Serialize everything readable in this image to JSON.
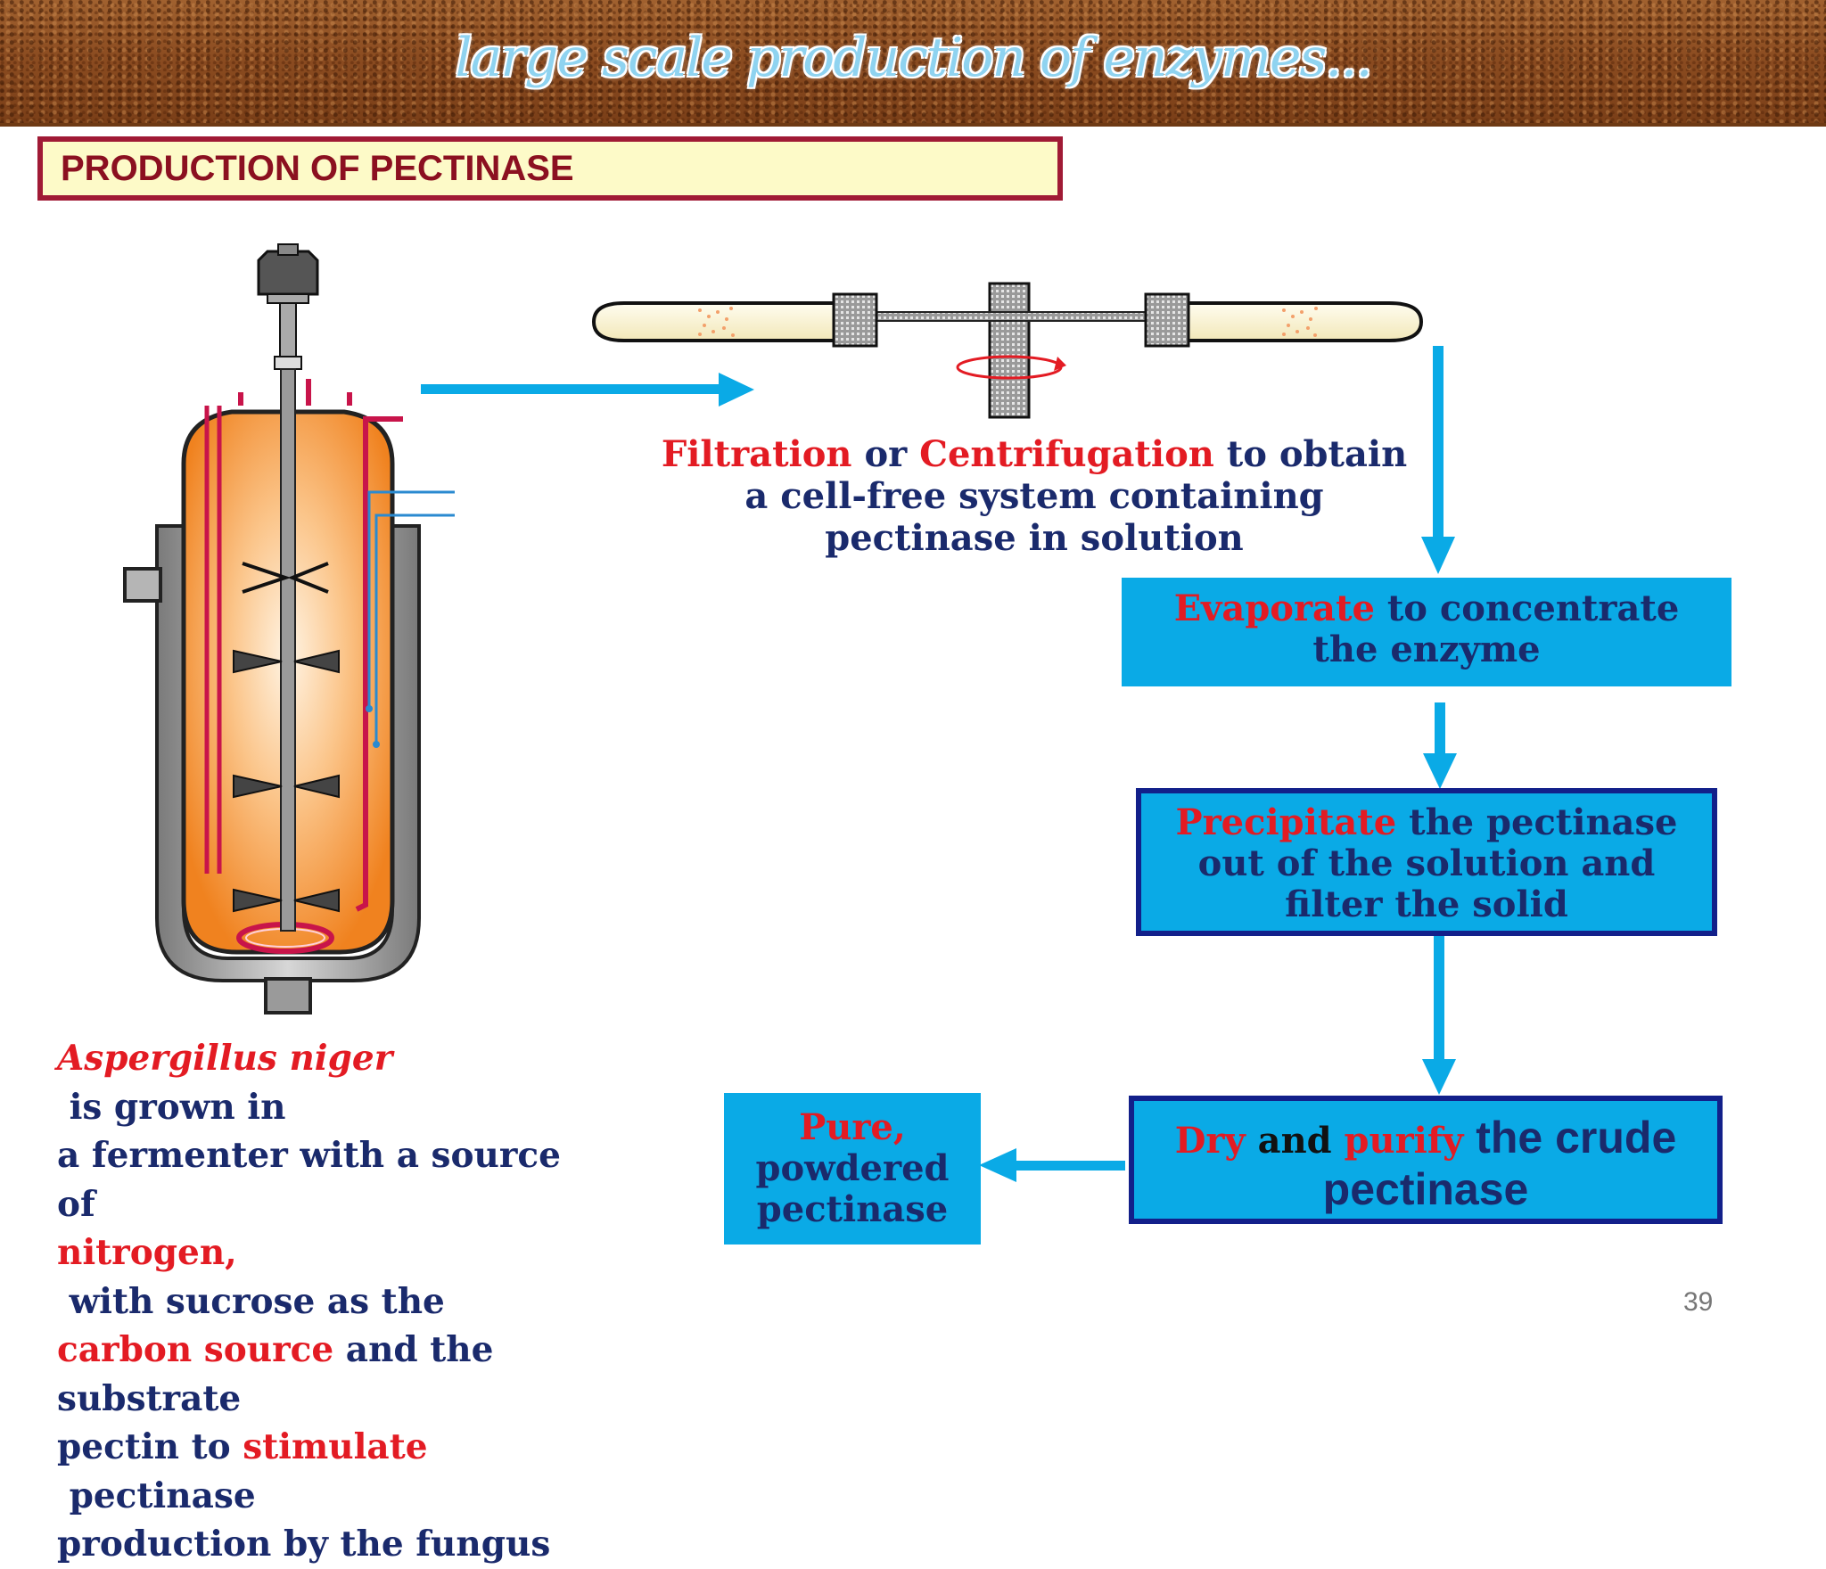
{
  "banner": {
    "title": "large scale production of enzymes..."
  },
  "section": {
    "title": "PRODUCTION OF PECTINASE"
  },
  "centrifuge_caption": {
    "filtration": "Filtration",
    "or": " or ",
    "centrifugation": "Centrifugation",
    "line1_rest": " to obtain",
    "line2": "a cell-free system containing",
    "line3": "pectinase in solution"
  },
  "steps": {
    "evaporate": {
      "keyword": "Evaporate",
      "line1_rest": " to concentrate",
      "line2": "the enzyme"
    },
    "precipitate": {
      "keyword": "Precipitate",
      "line1_rest": " the pectinase",
      "line2": "out of the solution and",
      "line3": "filter the solid"
    },
    "dry": {
      "keyword1": "Dry",
      "and": " and ",
      "keyword2": "purify",
      "line1_rest": " the crude",
      "line2": "pectinase"
    },
    "pure": {
      "line1": "Pure,",
      "line2": "powdered",
      "line3": "pectinase"
    }
  },
  "description": {
    "organism": "Aspergillus niger",
    "t1": " is grown in",
    "t2": "a fermenter with a source of",
    "nitrogen": "nitrogen,",
    "t3": " with sucrose as the",
    "carbon": "carbon source",
    "t4": " and the",
    "t5": "substrate",
    "t6": "pectin to ",
    "stimulate": "stimulate",
    "t7": " pectinase",
    "t8": "production by the fungus"
  },
  "page_number": "39",
  "colors": {
    "arrow": "#0aaae6",
    "box": "#0aaae6",
    "box_border": "#12208a",
    "highlight": "#e31b23",
    "text": "#1a2a6c"
  }
}
